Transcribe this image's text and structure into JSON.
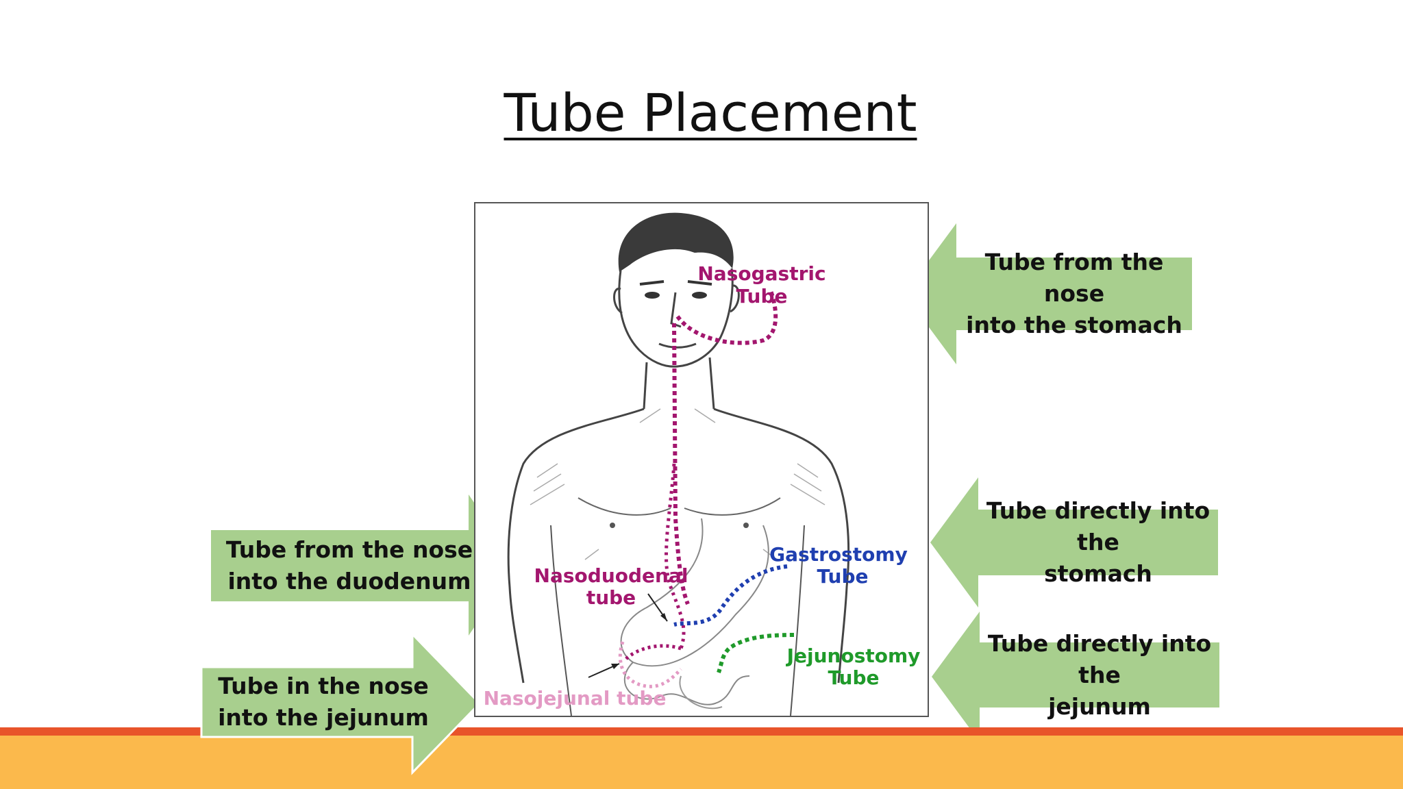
{
  "slide": {
    "title": "Tube Placement"
  },
  "callouts": {
    "nasogastric": {
      "line1": "Tube from the nose",
      "line2": "into the stomach"
    },
    "gastrostomy": {
      "line1": "Tube directly into the",
      "line2": "stomach"
    },
    "jejunostomy": {
      "line1": "Tube directly into the",
      "line2": "jejunum"
    },
    "nasoduodenal": {
      "line1": "Tube from the nose",
      "line2": "into the duodenum"
    },
    "nasojejunal": {
      "line1": "Tube in the nose",
      "line2": "into the jejunum"
    }
  },
  "figure": {
    "labels": {
      "nasogastric_1": "Nasogastric",
      "nasogastric_2": "Tube",
      "gastrostomy_1": "Gastrostomy",
      "gastrostomy_2": "Tube",
      "nasoduodenal_1": "Nasoduodenal",
      "nasoduodenal_2": "tube",
      "jejunostomy_1": "Jejunostomy",
      "jejunostomy_2": "Tube",
      "nasojejunal": "Nasojejunal tube"
    }
  },
  "colors": {
    "arrow_fill": "#a8cf8e",
    "nasogastric": "#a3166e",
    "gastrostomy": "#1f3fb0",
    "jejunostomy": "#1f9a2a",
    "nasojejunal": "#e39ac4",
    "footer_line": "#e8542a",
    "footer_bar": "#fbb94c"
  },
  "icons": {
    "illustration": "human-torso-anatomy-illustration",
    "arrows": "left-pointing-arrow, right-pointing-arrow"
  }
}
